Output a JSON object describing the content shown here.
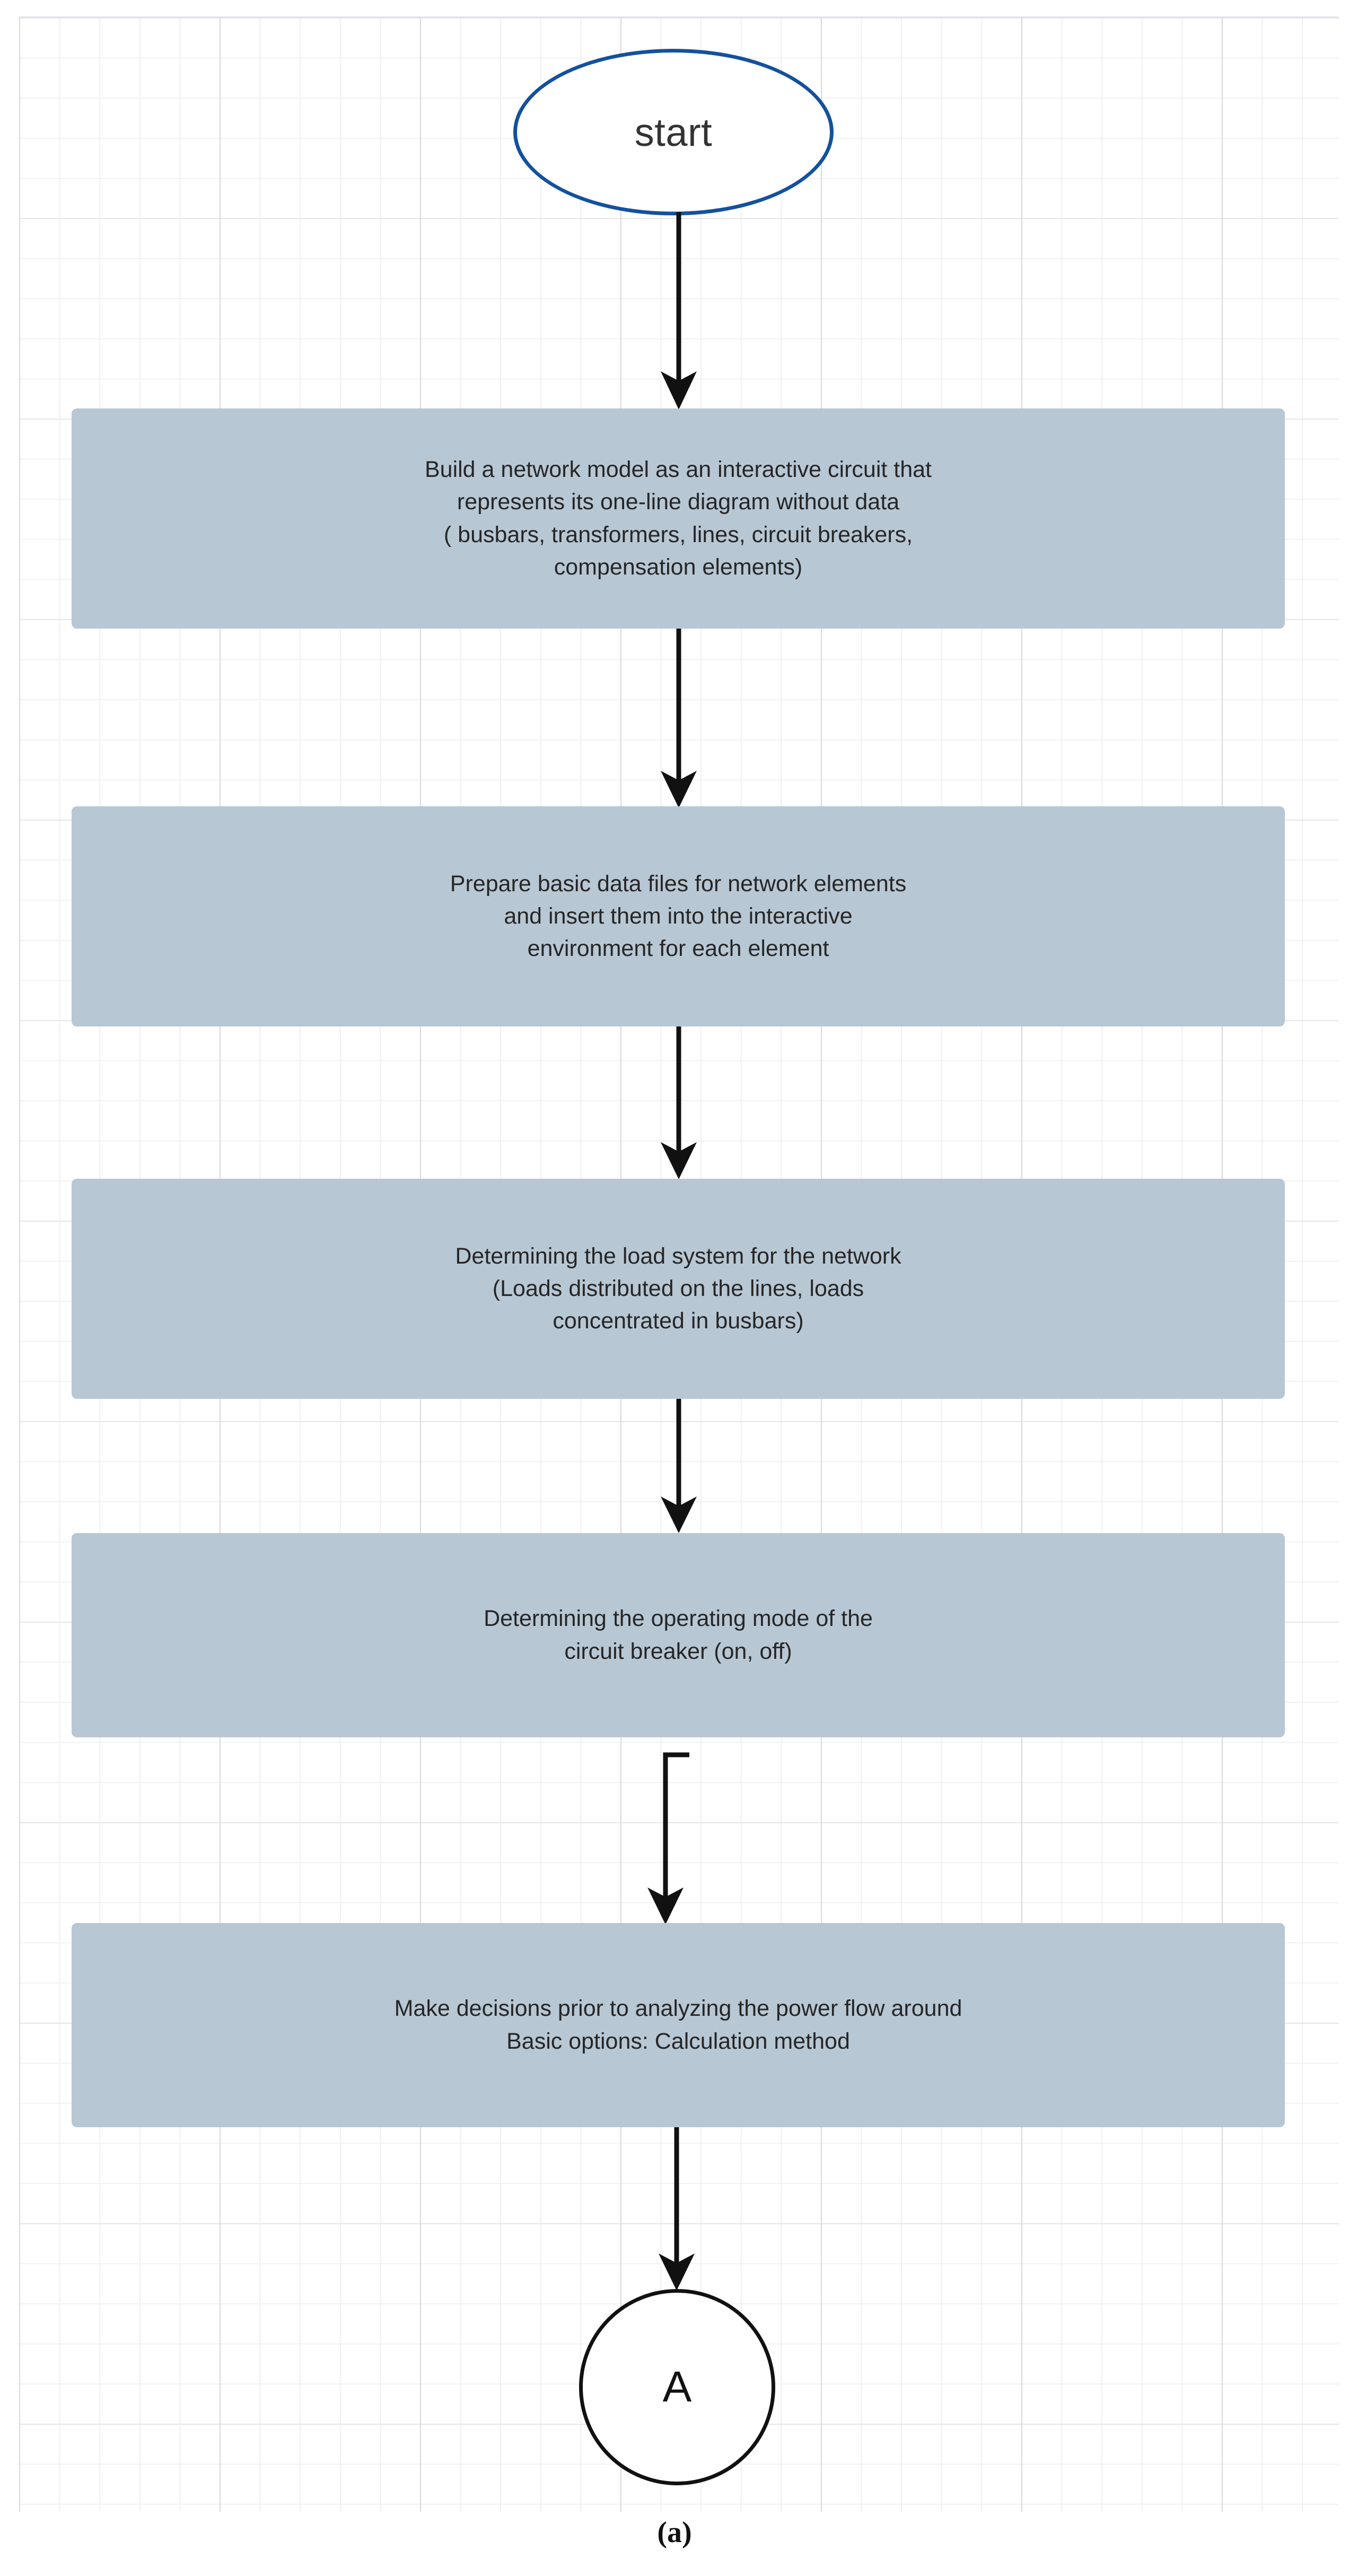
{
  "figure": {
    "caption": "(a)",
    "background": "#ffffff",
    "grid_color": "#e7e7e7",
    "box_fill": "#b8c7d4",
    "start_border_color": "#13519e",
    "connector_border_color": "#111111",
    "arrow_color": "#111111",
    "text_color": "#262626"
  },
  "nodes": {
    "start": {
      "label": "start",
      "shape": "ellipse"
    },
    "step1": {
      "shape": "process",
      "lines": [
        "Build a network model as an interactive circuit that",
        "represents its one-line diagram without data",
        "( busbars, transformers, lines, circuit breakers,",
        "compensation elements)"
      ]
    },
    "step2": {
      "shape": "process",
      "lines": [
        "Prepare basic data files for network elements",
        "and insert them into the interactive",
        "environment for each element"
      ]
    },
    "step3": {
      "shape": "process",
      "lines": [
        "Determining the load system for the network",
        "(Loads distributed on the lines, loads",
        "concentrated in busbars)"
      ]
    },
    "step4": {
      "shape": "process",
      "lines": [
        "Determining the operating mode of the",
        "circuit breaker (on, off)"
      ]
    },
    "step5": {
      "shape": "process",
      "lines": [
        "Make decisions prior to analyzing the power flow around",
        "Basic options: Calculation method"
      ]
    },
    "connector_a": {
      "label": "A",
      "shape": "circle"
    }
  },
  "edges": [
    {
      "from": "start",
      "to": "step1",
      "style": "straight-down"
    },
    {
      "from": "step1",
      "to": "step2",
      "style": "straight-down"
    },
    {
      "from": "step2",
      "to": "step3",
      "style": "straight-down"
    },
    {
      "from": "step3",
      "to": "step4",
      "style": "straight-down"
    },
    {
      "from": "step4",
      "to": "step5",
      "style": "elbow-down"
    },
    {
      "from": "step5",
      "to": "connector_a",
      "style": "straight-down"
    }
  ]
}
